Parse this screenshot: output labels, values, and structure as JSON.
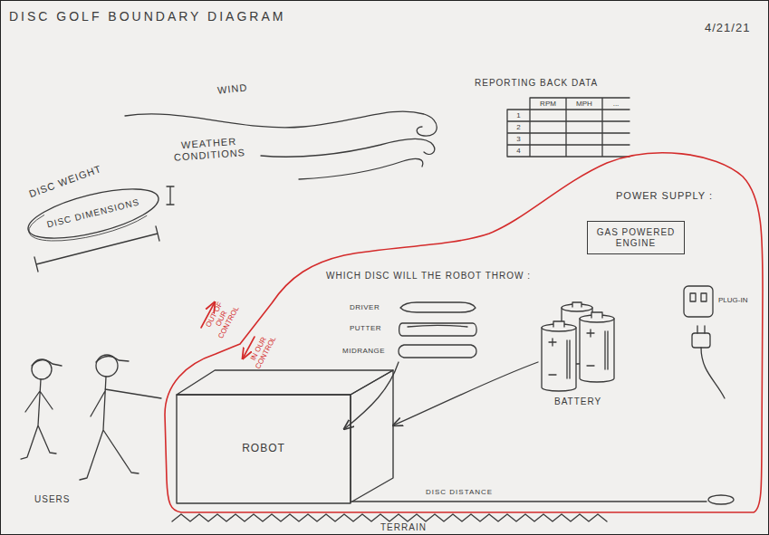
{
  "diagram": {
    "title": "DISC GOLF BOUNDARY DIAGRAM",
    "nodes": [
      {
        "text": [
          "DISC DIMENSIONS"
        ]
      },
      {
        "text": [
          "GAS POWERED ENGINE"
        ]
      },
      {
        "text": [
          "ROBOT"
        ]
      }
    ],
    "labels": [
      "4/21/21",
      "WIND",
      "WEATHER CONDITIONS",
      "REPORTING BACK DATA",
      "RPM",
      "MPH",
      "...",
      "1",
      "2",
      "3",
      "4",
      "DISC WEIGHT",
      "OUT OF OUR CONTROL",
      "IN OUR CONTROL",
      "WHICH DISC WILL THE ROBOT THROW :",
      "DRIVER",
      "PUTTER",
      "MIDRANGE",
      "POWER SUPPLY :",
      "BATTERY",
      "PLUG-IN",
      "USERS",
      "DISC DISTANCE",
      "TERRAIN"
    ]
  }
}
